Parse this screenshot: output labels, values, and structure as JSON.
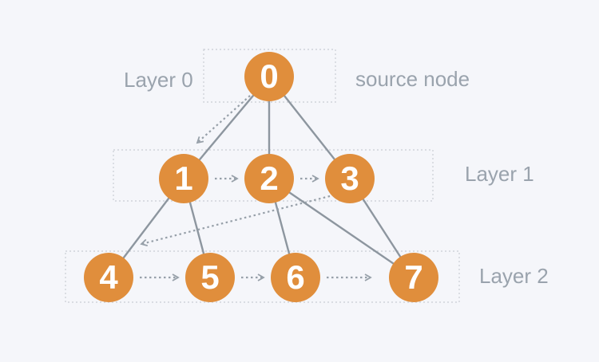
{
  "diagram": {
    "labels": {
      "layer0": "Layer 0",
      "layer1": "Layer 1",
      "layer2": "Layer 2",
      "source_node": "source node"
    },
    "nodes": [
      {
        "id": 0,
        "label": "0",
        "layer": 0
      },
      {
        "id": 1,
        "label": "1",
        "layer": 1
      },
      {
        "id": 2,
        "label": "2",
        "layer": 1
      },
      {
        "id": 3,
        "label": "3",
        "layer": 1
      },
      {
        "id": 4,
        "label": "4",
        "layer": 2
      },
      {
        "id": 5,
        "label": "5",
        "layer": 2
      },
      {
        "id": 6,
        "label": "6",
        "layer": 2
      },
      {
        "id": 7,
        "label": "7",
        "layer": 2
      }
    ],
    "solid_edges": [
      [
        0,
        1
      ],
      [
        0,
        2
      ],
      [
        0,
        3
      ],
      [
        1,
        4
      ],
      [
        1,
        5
      ],
      [
        2,
        6
      ],
      [
        2,
        7
      ],
      [
        3,
        7
      ]
    ],
    "traversal_arrows": [
      [
        0,
        1
      ],
      [
        1,
        2
      ],
      [
        2,
        3
      ],
      [
        3,
        4
      ],
      [
        4,
        5
      ],
      [
        5,
        6
      ],
      [
        6,
        7
      ]
    ],
    "colors": {
      "background": "#F5F6FA",
      "node_fill": "#E08E3C",
      "node_text": "#FFFFFF",
      "solid_edge": "#8D969F",
      "dashed_arrow": "#97A0A9",
      "layer_box_border": "#D0D3D9",
      "label_text": "#9AA3AD"
    }
  }
}
